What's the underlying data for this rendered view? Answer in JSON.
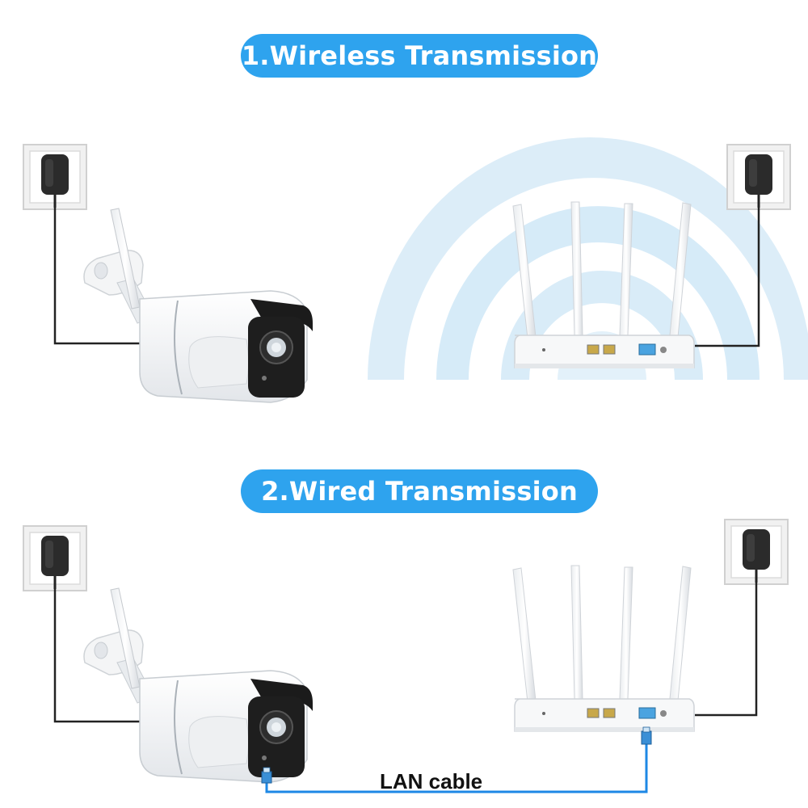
{
  "sections": [
    {
      "heading": "1.Wireless Transmission"
    },
    {
      "heading": "2.Wired Transmission"
    }
  ],
  "cable_label": "LAN cable",
  "colors": {
    "heading_background": "#2ea3ee",
    "heading_text": "#ffffff",
    "lan_cable": "#1e88e5",
    "wifi_glow": "#bfe0f3"
  },
  "icons": [
    "wall-socket-icon",
    "power-adapter-icon",
    "wifi-camera-icon",
    "router-icon",
    "wifi-waves-icon",
    "rj45-connector-icon"
  ]
}
